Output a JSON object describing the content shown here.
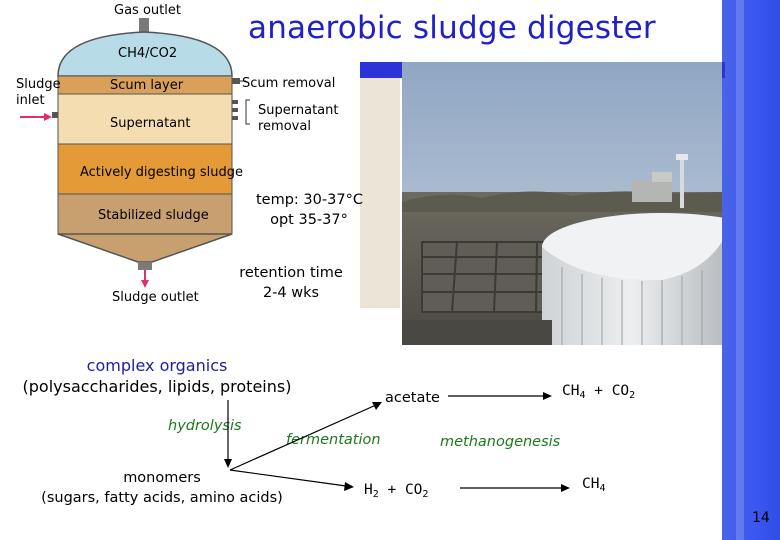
{
  "slide": {
    "title": "anaerobic sludge digester",
    "page_number": "14"
  },
  "digester_diagram": {
    "gas_outlet": "Gas outlet",
    "gas_label": "CH4/CO2",
    "sludge_inlet_line1": "Sludge",
    "sludge_inlet_line2": "inlet",
    "scum_layer": "Scum layer",
    "scum_removal": "Scum removal",
    "supernatant": "Supernatant",
    "supernatant_removal_line1": "Supernatant",
    "supernatant_removal_line2": "removal",
    "actively_digesting": "Actively digesting sludge",
    "stabilized": "Stabilized sludge",
    "sludge_outlet": "Sludge outlet",
    "colors": {
      "gas_dome": "#b8dbe8",
      "scum_layer": "#d9a05a",
      "supernatant": "#f4ddb0",
      "actively_digesting": "#e59a38",
      "stabilized": "#c8a070",
      "arrow": "#e0306a"
    }
  },
  "conditions": {
    "temp_line1": "temp: 30-37°C",
    "temp_line2": "opt 35-37°",
    "retention_line1": "retention time",
    "retention_line2": "2-4 wks"
  },
  "pathway": {
    "complex_line1": "complex organics",
    "complex_line2": "(polysaccharides, lipids, proteins)",
    "hydrolysis": "hydrolysis",
    "fermentation": "fermentation",
    "monomers_line1": "monomers",
    "monomers_line2": "(sugars, fatty acids, amino acids)",
    "acetate": "acetate",
    "methanogenesis": "methanogenesis",
    "ch4": "CH",
    "ch4_sub": "4",
    "plus_co2": " + CO",
    "co2_sub": "2",
    "h2": "H",
    "h2_sub": "2",
    "colors": {
      "complex_text": "#1c1ca8",
      "process_text": "#1c7a1c"
    }
  }
}
